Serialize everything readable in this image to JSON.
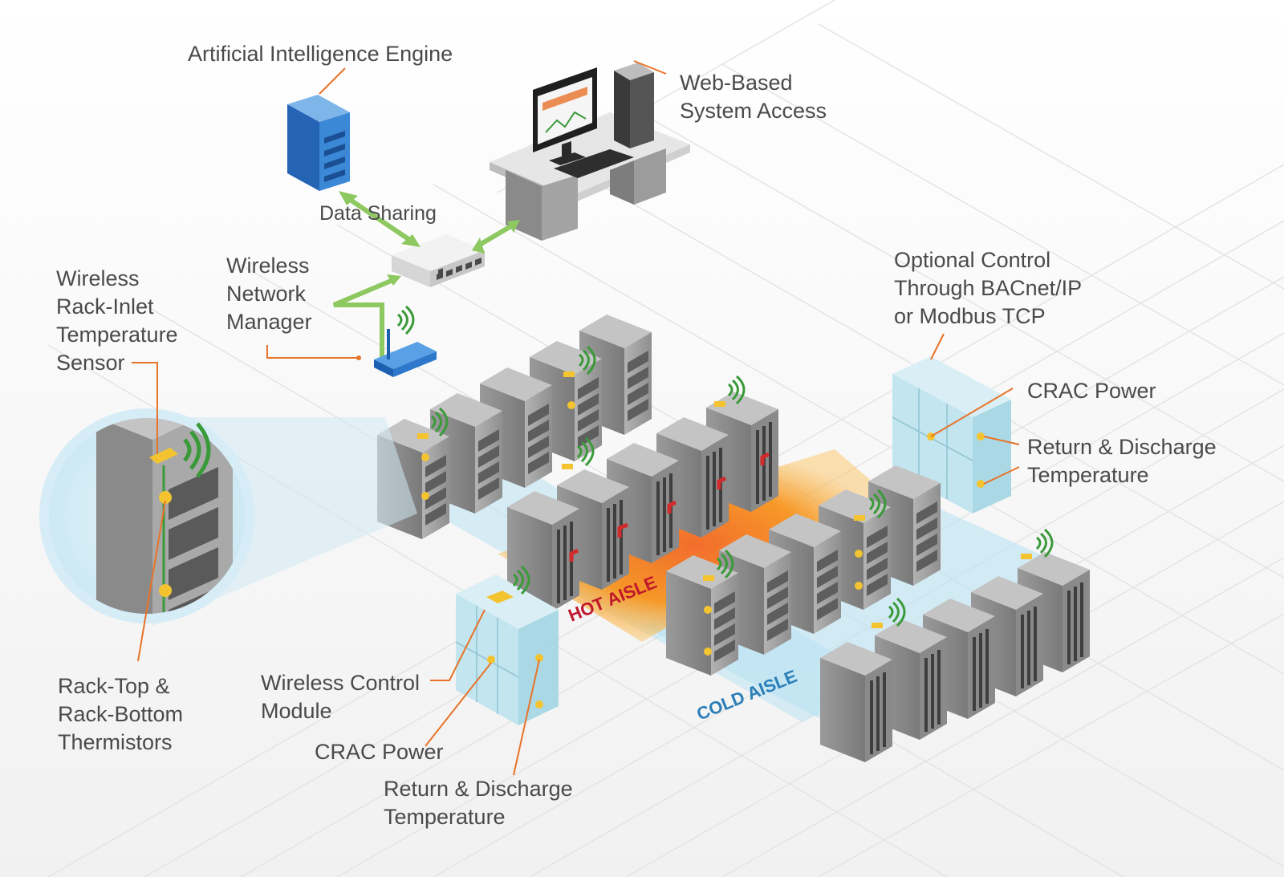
{
  "labels": {
    "ai_engine": "Artificial Intelligence Engine",
    "web_access_line1": "Web-Based",
    "web_access_line2": "System Access",
    "data_sharing": "Data Sharing",
    "network_manager_line1": "Wireless",
    "network_manager_line2": "Network",
    "network_manager_line3": "Manager",
    "rack_sensor_line1": "Wireless",
    "rack_sensor_line2": "Rack-Inlet",
    "rack_sensor_line3": "Temperature",
    "rack_sensor_line4": "Sensor",
    "optional_control_line1": "Optional Control",
    "optional_control_line2": "Through BACnet/IP",
    "optional_control_line3": "or Modbus TCP",
    "crac_power_right": "CRAC Power",
    "return_discharge_right_line1": "Return & Discharge",
    "return_discharge_right_line2": "Temperature",
    "thermistors_line1": "Rack-Top &",
    "thermistors_line2": "Rack-Bottom",
    "thermistors_line3": "Thermistors",
    "control_module_line1": "Wireless Control",
    "control_module_line2": "Module",
    "crac_power_bottom": "CRAC Power",
    "return_discharge_bottom_line1": "Return & Discharge",
    "return_discharge_bottom_line2": "Temperature",
    "hot_aisle": "HOT AISLE",
    "cold_aisle": "COLD AISLE"
  },
  "colors": {
    "label_text": "#4a4a4a",
    "leader_line": "#e8732a",
    "data_arrow": "#8ec860",
    "rack_gray": "#8e8e8e",
    "hot_aisle_fill": "#f7941d",
    "hot_aisle_text": "#c0182c",
    "cold_aisle_fill": "#b9e3f3",
    "cold_aisle_text": "#2c7fb8",
    "ai_server_blue": "#2f7fd0",
    "crac_unit": "#bfe4ee",
    "sensor_yellow": "#f4c430",
    "wireless_green": "#3a9a3a"
  }
}
